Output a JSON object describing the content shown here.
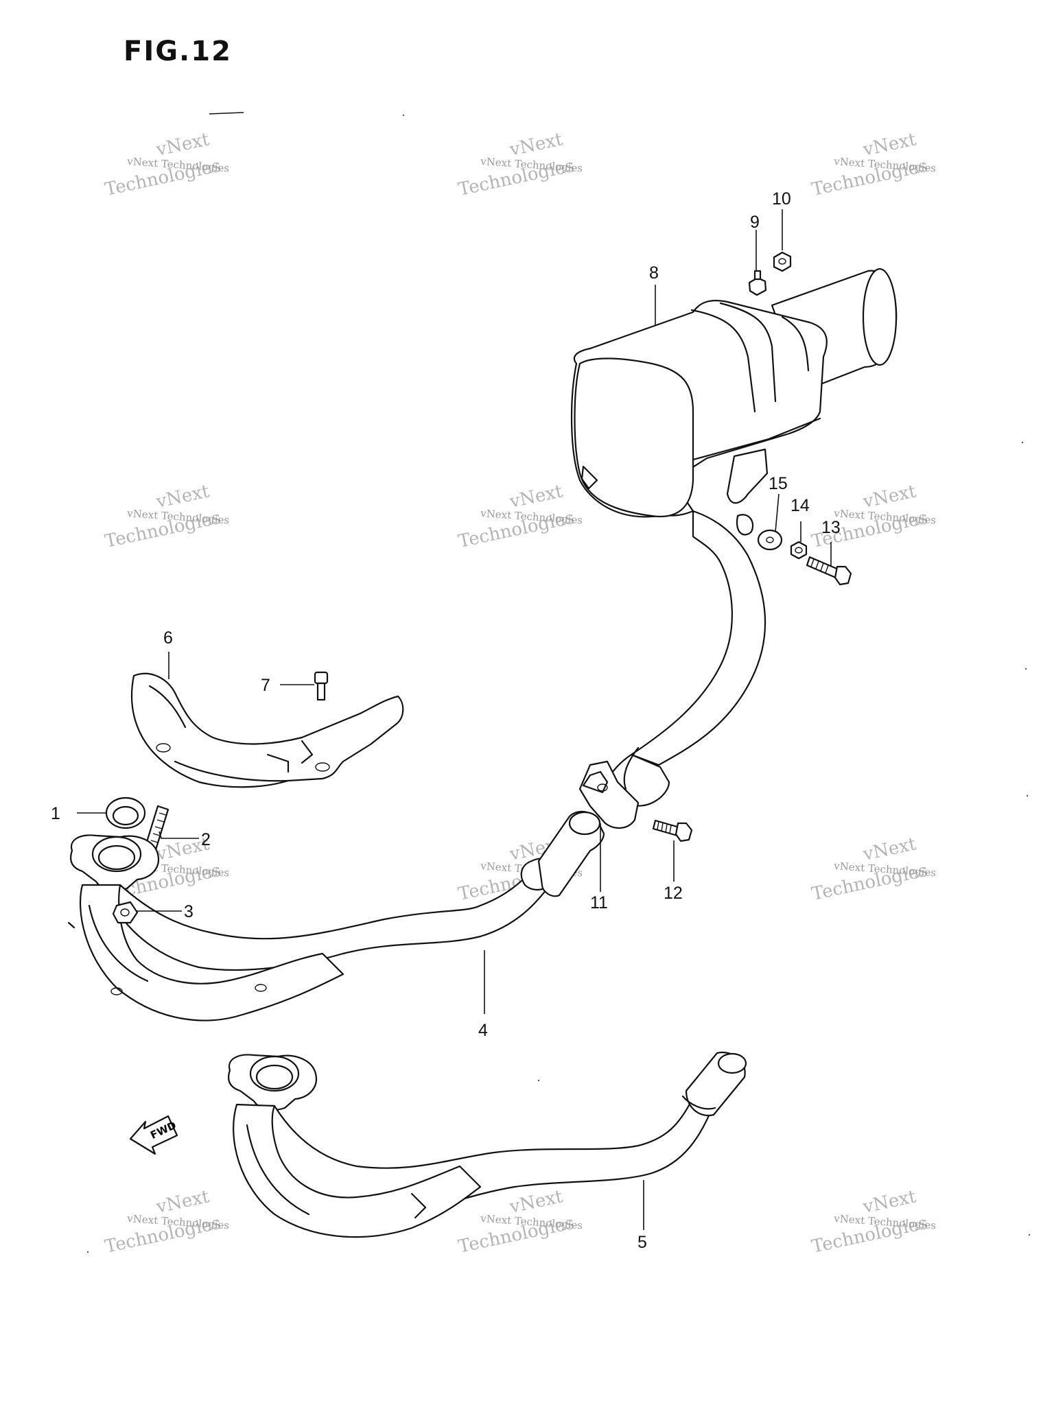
{
  "figure": {
    "title": "FIG.12"
  },
  "watermark": {
    "line1": "vNext Technologies",
    "line2": "vNext",
    "line3": "Technologies"
  },
  "direction_arrow": {
    "label": "FWD"
  },
  "callouts": [
    "1",
    "2",
    "3",
    "4",
    "5",
    "6",
    "7",
    "8",
    "9",
    "10",
    "11",
    "12",
    "13",
    "14",
    "15"
  ],
  "colors": {
    "ink": "#111111",
    "watermark": "#9a9a9a",
    "background": "#ffffff"
  }
}
